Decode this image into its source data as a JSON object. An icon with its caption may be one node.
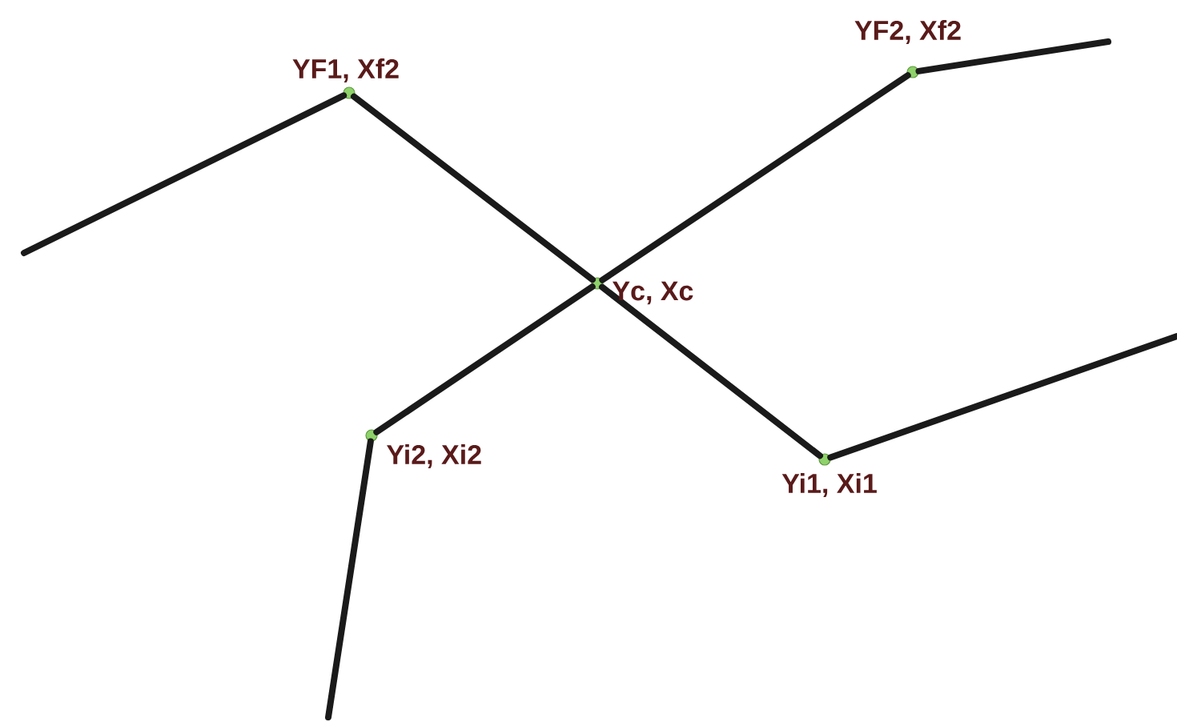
{
  "diagram": {
    "nodes": [
      {
        "text": [],
        "shape": "circle",
        "beside": [
          "YF1, Xf2"
        ]
      },
      {
        "text": [],
        "shape": "circle",
        "beside": [
          "YF2, Xf2"
        ]
      },
      {
        "text": [],
        "shape": "circle",
        "beside": [
          "Yc, Xc"
        ]
      },
      {
        "text": [],
        "shape": "circle",
        "beside": [
          "Yi2, Xi2"
        ]
      },
      {
        "text": [],
        "shape": "circle",
        "beside": [
          "Yi1, Xi1"
        ]
      }
    ],
    "edges": [
      {
        "from": null,
        "to": 0,
        "arrow": "none"
      },
      {
        "from": 0,
        "to": 2,
        "arrow": "none"
      },
      {
        "from": 2,
        "to": 1,
        "arrow": "none"
      },
      {
        "from": 1,
        "to": null,
        "arrow": "none"
      },
      {
        "from": 2,
        "to": 3,
        "arrow": "none"
      },
      {
        "from": 3,
        "to": null,
        "arrow": "none"
      },
      {
        "from": 2,
        "to": 4,
        "arrow": "none"
      },
      {
        "from": 4,
        "to": null,
        "arrow": "none"
      }
    ]
  }
}
